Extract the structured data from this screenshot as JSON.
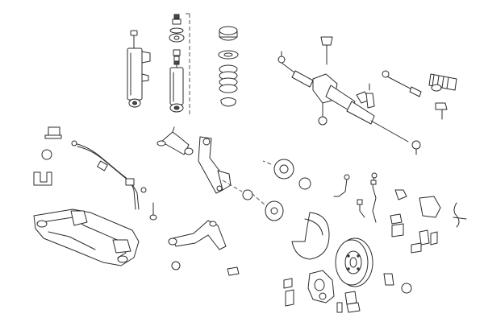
{
  "diagram": {
    "style": "exploded line drawing, black on white",
    "stroke_color": "#2b2b2b",
    "background": "#ffffff",
    "parts": [
      {
        "name": "shock-absorber-left"
      },
      {
        "name": "shock-absorber-right"
      },
      {
        "name": "strut-mount-stack"
      },
      {
        "name": "coil-spring-assembly"
      },
      {
        "name": "steering-rack"
      },
      {
        "name": "tie-rod"
      },
      {
        "name": "rack-boot"
      },
      {
        "name": "stabilizer-bar"
      },
      {
        "name": "sway-bar-bushings"
      },
      {
        "name": "front-subframe"
      },
      {
        "name": "upper-control-arm"
      },
      {
        "name": "steering-knuckle"
      },
      {
        "name": "lower-control-arm"
      },
      {
        "name": "wheel-hub-bearing"
      },
      {
        "name": "brake-dust-shield"
      },
      {
        "name": "brake-disc"
      },
      {
        "name": "brake-caliper"
      },
      {
        "name": "brake-pads"
      },
      {
        "name": "abs-sensor"
      },
      {
        "name": "caliper-bracket-parts"
      }
    ]
  }
}
